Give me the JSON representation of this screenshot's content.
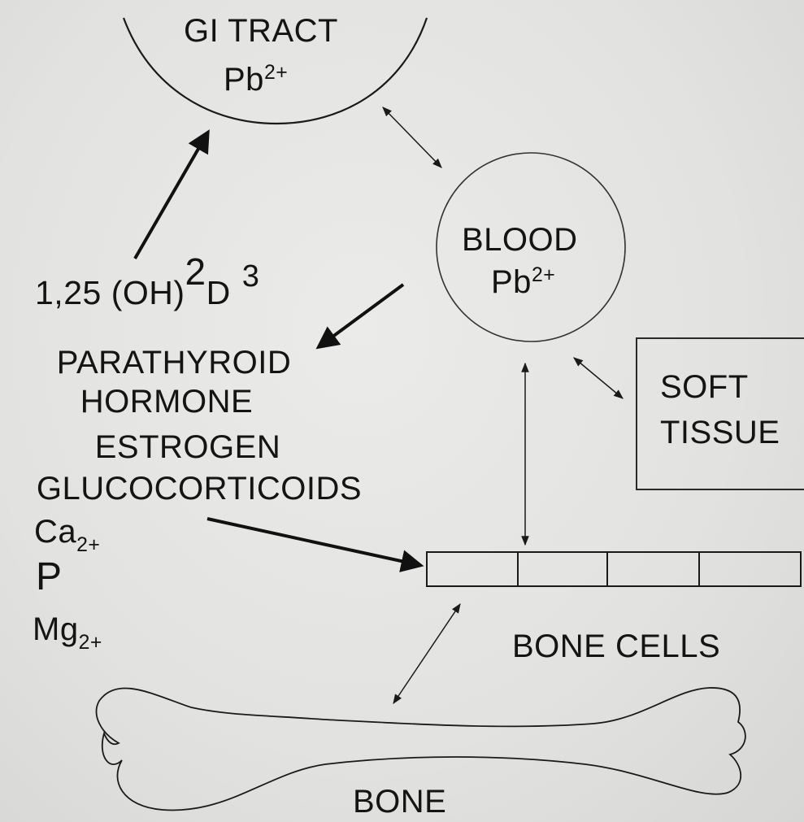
{
  "gi_tract": {
    "title": "GI TRACT",
    "ion_base": "Pb",
    "ion_charge": "2+"
  },
  "blood": {
    "title": "BLOOD",
    "ion_base": "Pb",
    "ion_charge": "2+"
  },
  "soft_tissue": {
    "line1": "SOFT",
    "line2": "TISSUE"
  },
  "vitamin_d": {
    "base": "1,25 (OH)",
    "sup1": "2",
    "d": "D",
    "sup2": "3"
  },
  "regulators": [
    "PARATHYROID",
    "HORMONE",
    "ESTROGEN",
    "GLUCOCORTICOIDS"
  ],
  "minerals": {
    "ca_base": "Ca",
    "ca_charge": "2+",
    "p": "P",
    "mg_base": "Mg",
    "mg_charge": "2+"
  },
  "bone_cells": {
    "label": "BONE CELLS"
  },
  "bone": {
    "label": "BONE"
  }
}
